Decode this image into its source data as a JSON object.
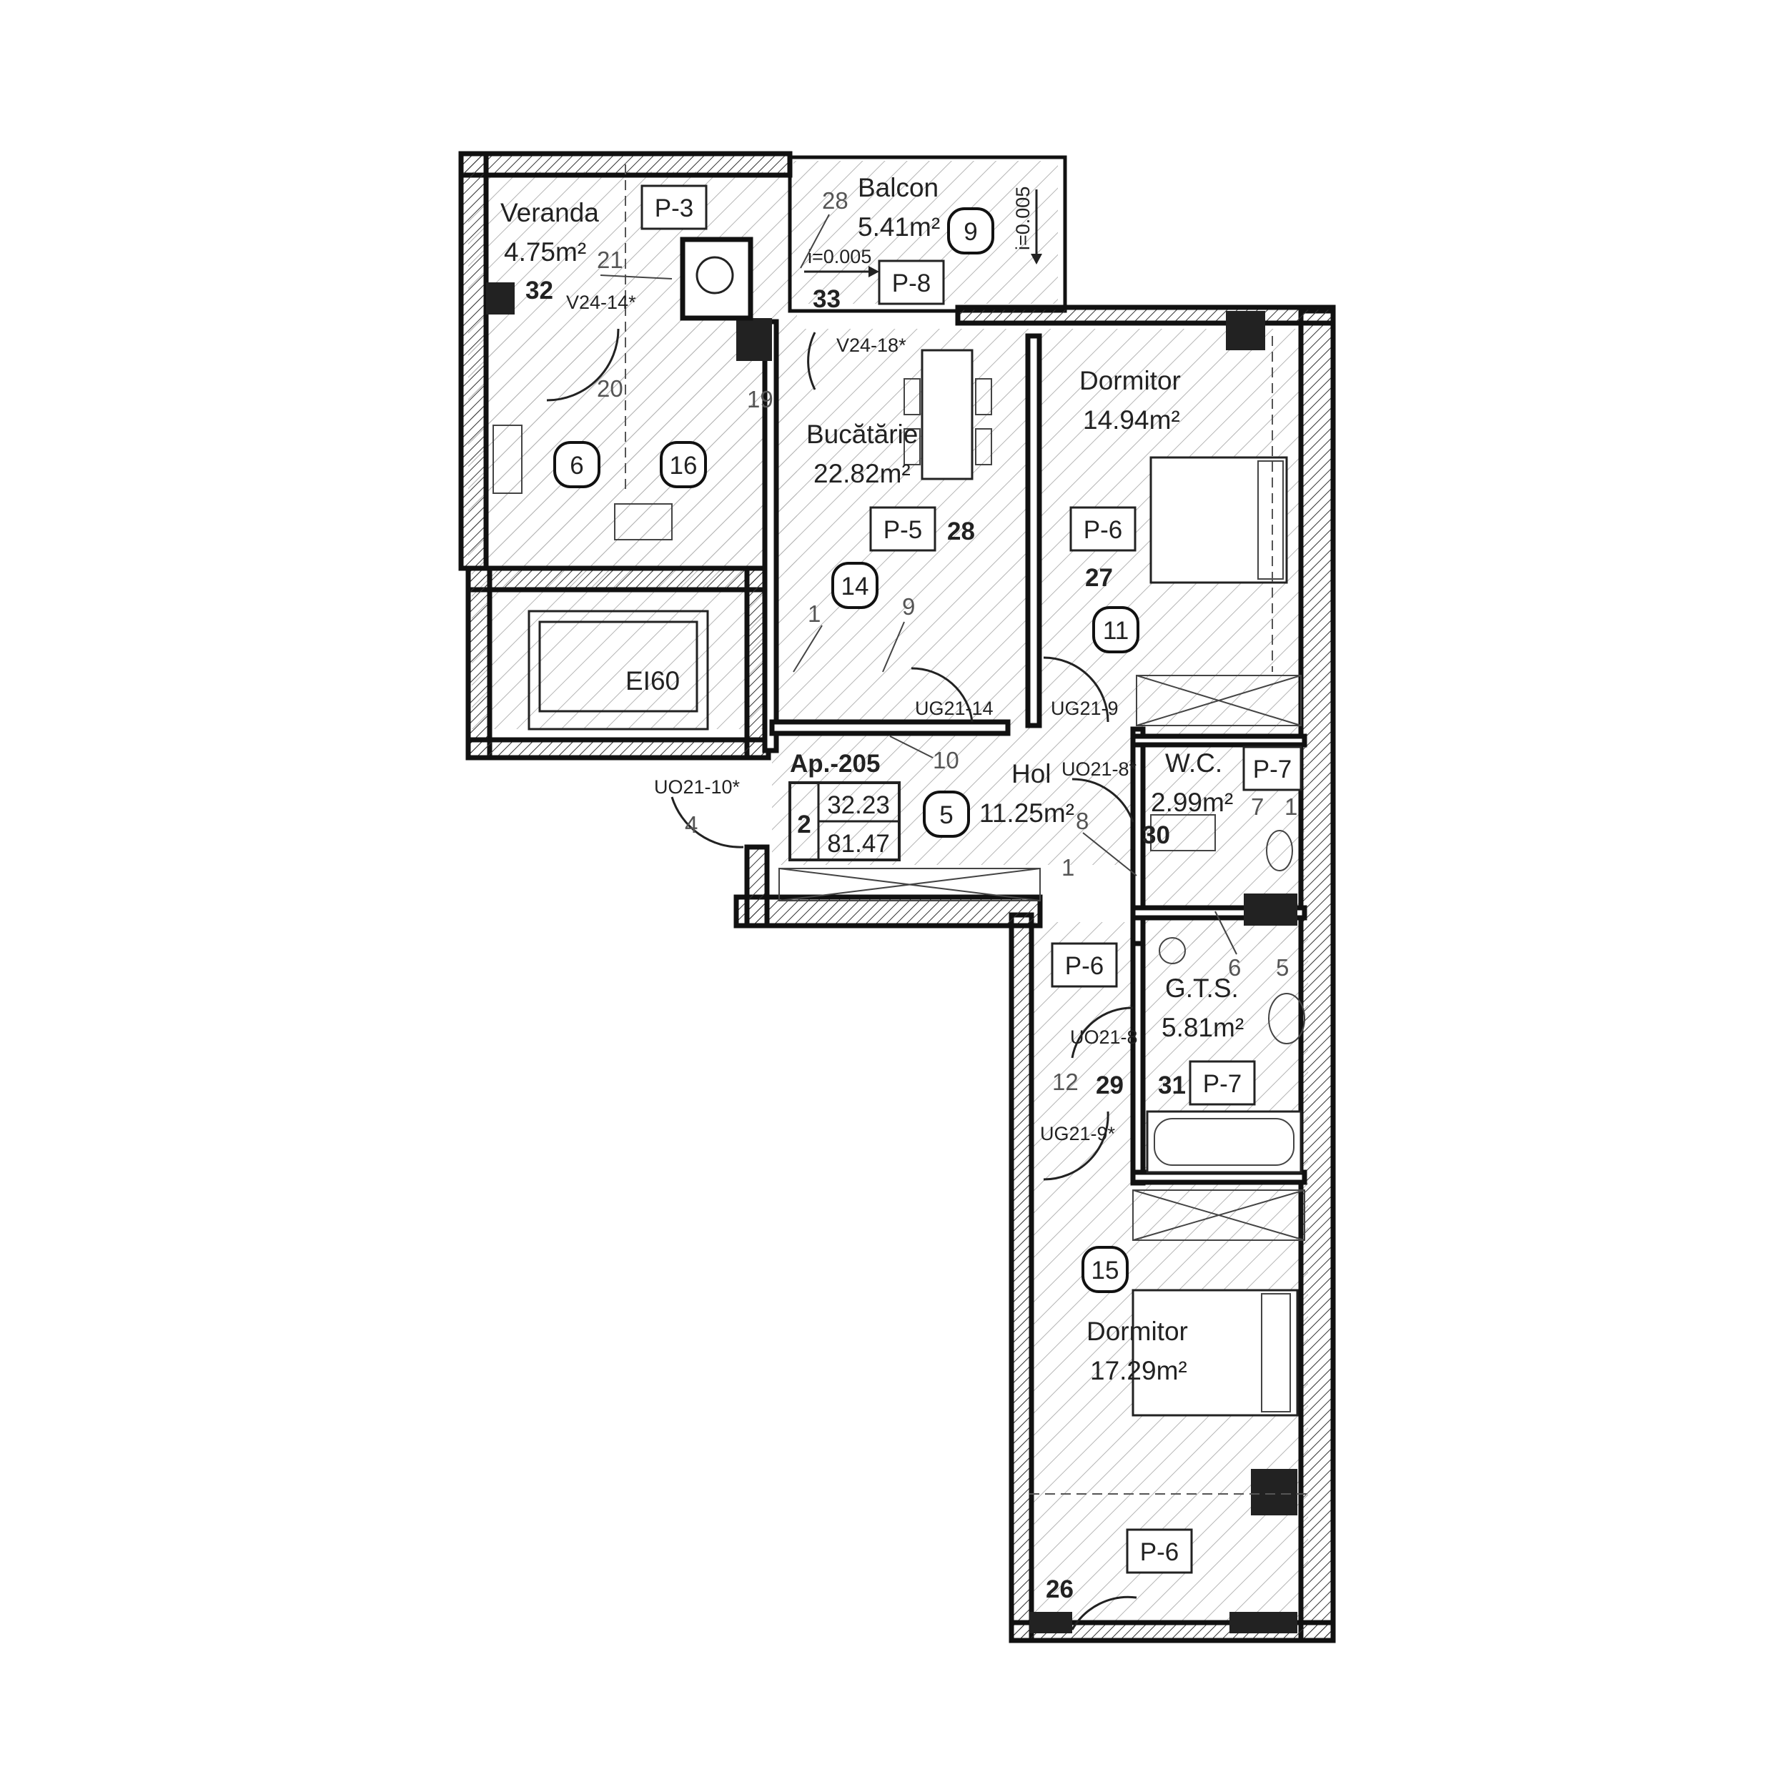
{
  "apartment": {
    "id": "Ap.-205",
    "rooms": "2",
    "area_useful": "32.23",
    "area_total": "81.47"
  },
  "rooms": {
    "veranda": {
      "name": "Veranda",
      "area": "4.75m²"
    },
    "balcon": {
      "name": "Balcon",
      "area": "5.41m²"
    },
    "bucatarie": {
      "name": "Bucătărie",
      "area": "22.82m²"
    },
    "dormitor1": {
      "name": "Dormitor",
      "area": "14.94m²"
    },
    "hol": {
      "name": "Hol",
      "area": "11.25m²"
    },
    "wc": {
      "name": "W.C.",
      "area": "2.99m²"
    },
    "gts": {
      "name": "G.T.S.",
      "area": "5.81m²"
    },
    "dormitor2": {
      "name": "Dormitor",
      "area": "17.29m²"
    }
  },
  "fire_rating": "EI60",
  "finish_tags": [
    "P-3",
    "P-8",
    "P-5",
    "P-6",
    "P-7",
    "P-6",
    "P-7",
    "P-6"
  ],
  "circled_numbers": [
    "9",
    "6",
    "16",
    "14",
    "11",
    "5",
    "15"
  ],
  "bold_numbers": [
    "32",
    "33",
    "28",
    "27",
    "30",
    "29",
    "31",
    "26"
  ],
  "slopes": [
    "i=0.005",
    "i=0.005"
  ],
  "door_window_codes": [
    "V24-14*",
    "V24-18*",
    "UG21-14",
    "UG21-9",
    "UO21-8*",
    "UO21-10*",
    "UO21-8",
    "UG21-9*"
  ],
  "small_numbers": [
    "28",
    "21",
    "20",
    "19",
    "1",
    "9",
    "10",
    "4",
    "8",
    "1",
    "7",
    "1",
    "6",
    "5",
    "12"
  ]
}
